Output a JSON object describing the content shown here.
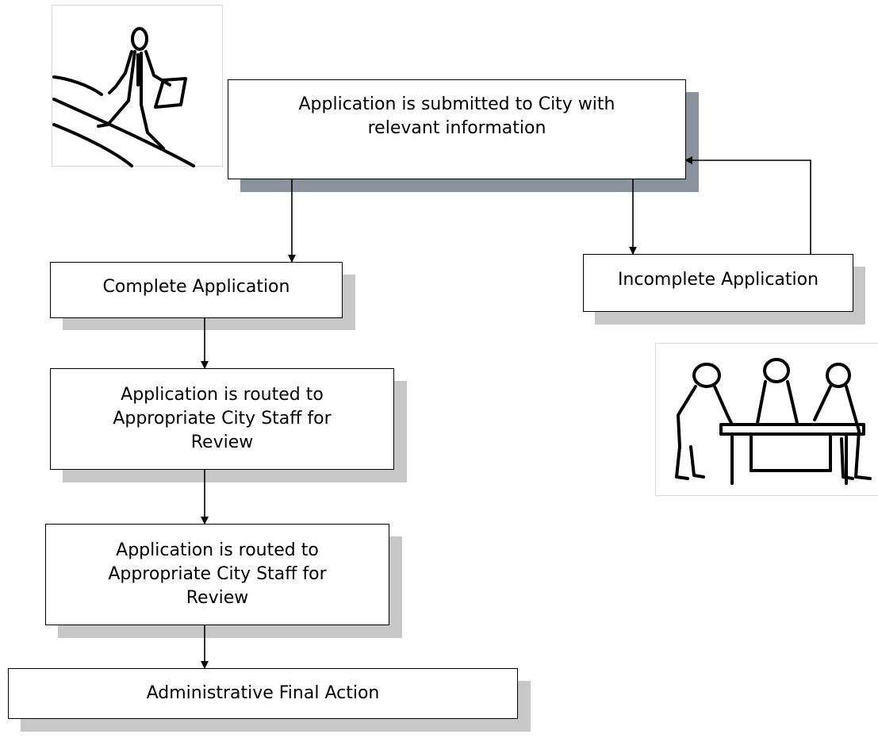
{
  "diagram": {
    "nodes": {
      "submitted": "Application is submitted to City with relevant information",
      "complete": "Complete Application",
      "incomplete": "Incomplete Application",
      "routed_1": "Application is routed to Appropriate City Staff for Review",
      "routed_2": "Application is routed to Appropriate City Staff for Review",
      "final": "Administrative Final Action"
    },
    "edges": [
      {
        "from": "submitted",
        "to": "complete"
      },
      {
        "from": "submitted",
        "to": "incomplete"
      },
      {
        "from": "incomplete",
        "to": "submitted"
      },
      {
        "from": "complete",
        "to": "routed_1"
      },
      {
        "from": "routed_1",
        "to": "routed_2"
      },
      {
        "from": "routed_2",
        "to": "final"
      }
    ],
    "illustrations": [
      "walking-person-clipart",
      "people-at-table-clipart"
    ]
  }
}
